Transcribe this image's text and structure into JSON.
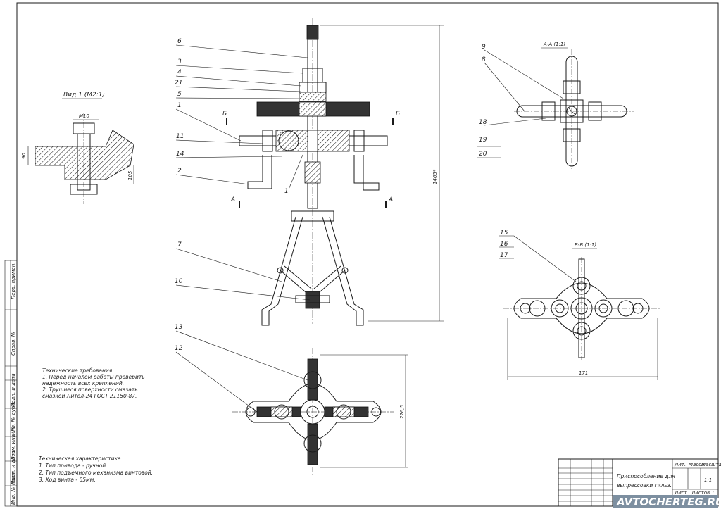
{
  "drawing": {
    "labels": {
      "b_view": "Вид 1 (М2:1)",
      "m10": "М10",
      "dim_left": "90",
      "dim_right": "105",
      "section_aa": "А-А (1:1)",
      "section_bb": "Б-Б (1:1)",
      "cut_a": "А",
      "cut_b": "Б",
      "dim_height": "1465*",
      "dim_bottom": "226,5",
      "dim_width": "171"
    },
    "positions": [
      "6",
      "3",
      "4",
      "21",
      "5",
      "1",
      "11",
      "14",
      "2",
      "1",
      "7",
      "10",
      "9",
      "8",
      "18",
      "19",
      "20",
      "15",
      "16",
      "17",
      "13",
      "12"
    ],
    "tech_requirements": {
      "title": "Технические требования.",
      "lines": [
        "1. Перед началом работы проверить",
        "надежность всех креплений.",
        "2. Трущиеся поверхности смазать",
        "смазкой Литол-24 ГОСТ 21150-87."
      ]
    },
    "tech_specs": {
      "title": "Техническая характеристика.",
      "lines": [
        "1. Тип привода - ручной.",
        "2. Тип подъемного механизма винтовой.",
        "3. Ход винта - 65мм."
      ]
    },
    "side_strip": [
      "Перв. примен.",
      "Справ. №",
      "Подп. и дата",
      "Инв. № дубл.",
      "Взам. инв. №",
      "Подп. и дата",
      "Инв. № подл."
    ],
    "title_block": {
      "name_line1": "Приспособление для",
      "name_line2": "выпрессовки гильз.",
      "lit_header": "Лит.",
      "mass_header": "Масса",
      "scale_header": "Масштаб",
      "scale_value": "1:1",
      "sheet_label": "Лист",
      "sheets_label": "Листов 1"
    },
    "watermark": "AVTOCHERTEG.RU"
  }
}
